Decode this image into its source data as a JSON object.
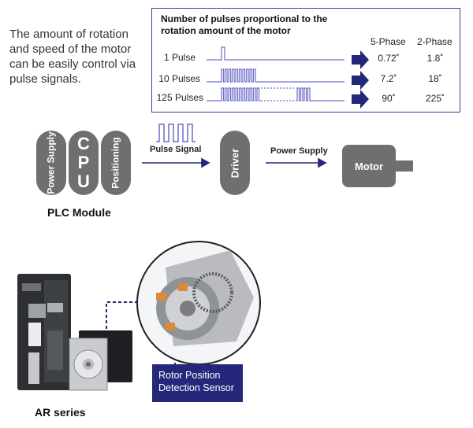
{
  "intro_text": "The amount of rotation and speed of the motor can be easily control via pulse signals.",
  "pulse_table": {
    "title": "Number of pulses proportional to the rotation amount of the motor",
    "headers": [
      "5-Phase",
      "2-Phase"
    ],
    "rows": [
      {
        "label": "1 Pulse",
        "five_phase": "0.72˚",
        "two_phase": "1.8˚"
      },
      {
        "label": "10 Pulses",
        "five_phase": "7.2˚",
        "two_phase": "18˚"
      },
      {
        "label": "125 Pulses",
        "five_phase": "90˚",
        "two_phase": "225˚"
      }
    ]
  },
  "plc": {
    "power_supply": "Power Supply",
    "cpu_letters": [
      "C",
      "P",
      "U"
    ],
    "positioning": "Positioning",
    "caption": "PLC Module"
  },
  "flow": {
    "pulse_signal": "Pulse Signal",
    "driver": "Driver",
    "power_supply": "Power Supply",
    "motor": "Motor"
  },
  "product": {
    "series_caption": "AR series",
    "sensor_label": "Rotor Position Detection Sensor"
  },
  "colors": {
    "accent_navy": "#25287a",
    "pill_gray": "#6e6f71",
    "signal_purple": "#6b6fc9"
  }
}
